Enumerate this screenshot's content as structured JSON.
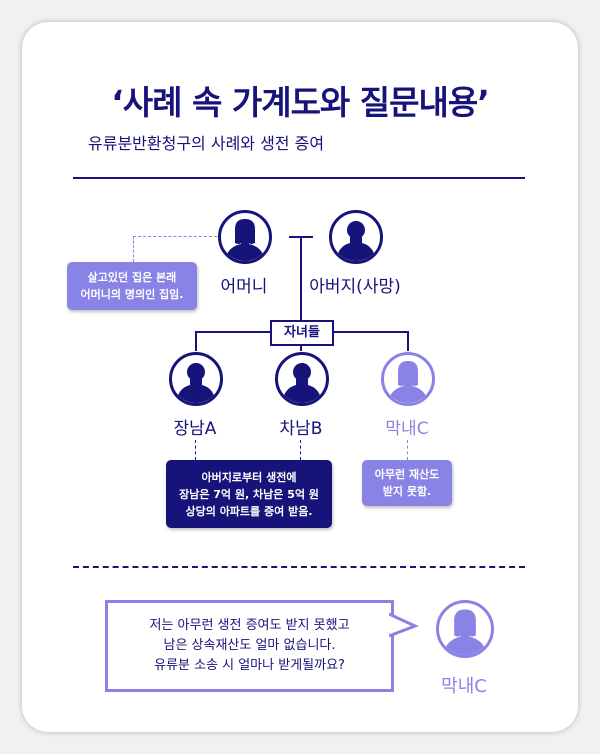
{
  "title": "‘사례 속 가계도와 질문내용’",
  "subtitle": "유류분반환청구의 사례와 생전 증여",
  "parents": {
    "mother": "어머니",
    "father": "아버지(사망)"
  },
  "mother_note": [
    "살고있던 집은 본래",
    "어머니의 명의인 집임."
  ],
  "children_label": "자녀들",
  "children": [
    {
      "name": "장남A"
    },
    {
      "name": "차남B"
    },
    {
      "name": "막내C"
    }
  ],
  "gift_note": [
    "아버지로부터 생전에",
    "장남은 7억 원, 차남은 5억 원",
    "상당의 아파트를 증여 받음."
  ],
  "youngest_note": [
    "아무런 재산도",
    "받지 못함."
  ],
  "question": [
    "저는 아무런 생전 증여도 받지 못했고",
    "남은 상속재산도 얼마 없습니다.",
    "유류분 소송 시 얼마나 받게될까요?"
  ],
  "speaker": "막내C",
  "colors": {
    "navy": "#16137a",
    "lavender": "#8a83e6"
  }
}
